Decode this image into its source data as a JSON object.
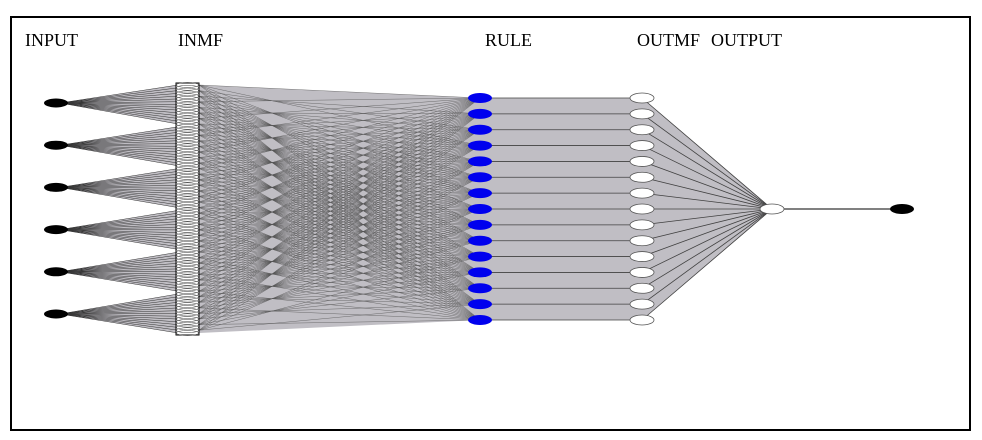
{
  "labels": {
    "input": "INPUT",
    "inmf": "INMF",
    "rule": "RULE",
    "outmf": "OUTMF",
    "output": "OUTPUT"
  },
  "network": {
    "inputs": 6,
    "mfs_per_input": 15,
    "rules": 15,
    "outmfs": 15,
    "outputs": 1
  },
  "colors": {
    "rule_node": "#0000ee",
    "input_node": "#000000",
    "outmf_node": "#ffffff",
    "fill": "#c0bec4",
    "line": "#404040"
  }
}
